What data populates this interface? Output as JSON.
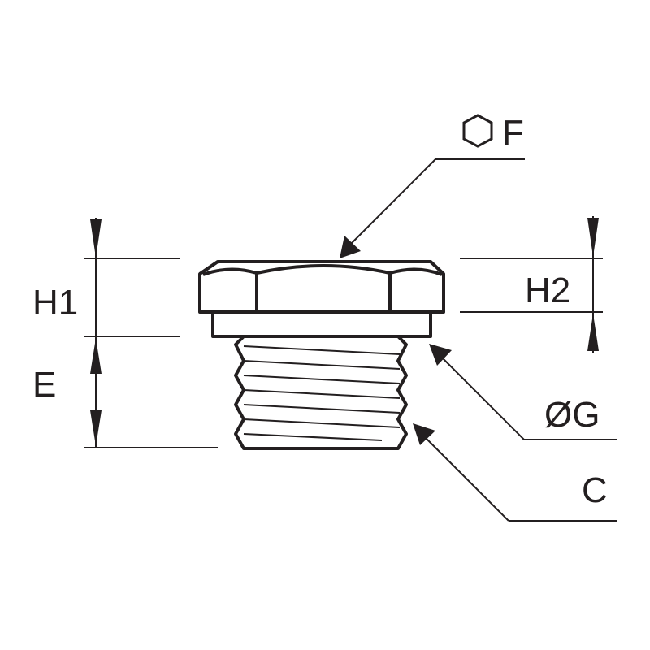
{
  "diagram": {
    "labels": {
      "hex_size": "F",
      "height_total": "H1",
      "height_hex": "H2",
      "thread_length": "E",
      "diameter": "ØG",
      "thread": "C"
    },
    "icons": {
      "hex_symbol": "hexagon-icon"
    },
    "colors": {
      "ink": "#231f20",
      "background": "#ffffff"
    }
  }
}
